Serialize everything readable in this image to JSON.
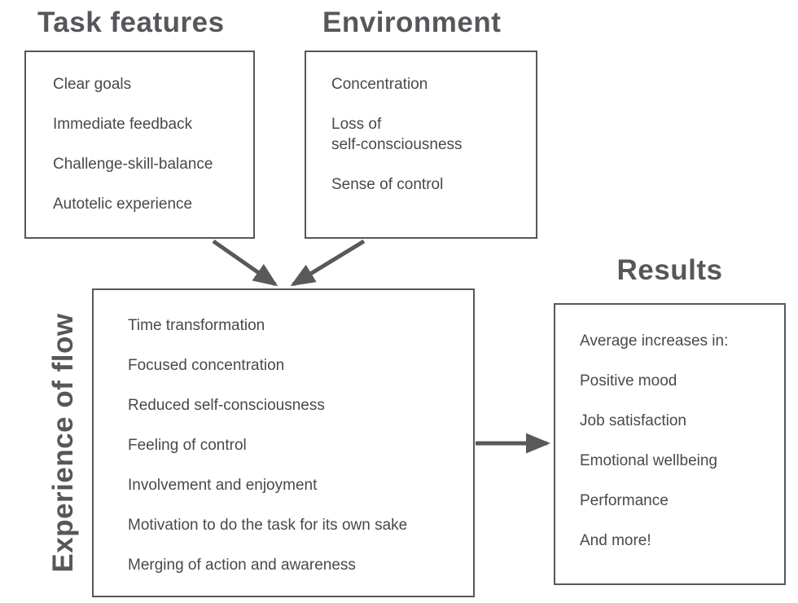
{
  "diagram": {
    "background": "#ffffff",
    "colors": {
      "title": "#55575a",
      "body_text": "#47494b",
      "box_border": "#55575a",
      "arrow": "#58595b"
    },
    "boxes": {
      "task_features": {
        "title": "Task features",
        "items": [
          "Clear goals",
          "Immediate feedback",
          "Challenge-skill-balance",
          "Autotelic experience"
        ]
      },
      "environment": {
        "title": "Environment",
        "items": [
          "Concentration",
          "Loss of\nself-consciousness",
          "Sense of control"
        ]
      },
      "experience_of_flow": {
        "title": "Experience of flow",
        "items": [
          "Time transformation",
          "Focused concentration",
          "Reduced self-consciousness",
          "Feeling of control",
          "Involvement and enjoyment",
          "Motivation to do the task for its own sake",
          "Merging of action and awareness"
        ]
      },
      "results": {
        "title": "Results",
        "items": [
          "Average increases in:",
          "Positive mood",
          "Job satisfaction",
          "Emotional wellbeing",
          "Performance",
          "And more!"
        ]
      }
    }
  }
}
